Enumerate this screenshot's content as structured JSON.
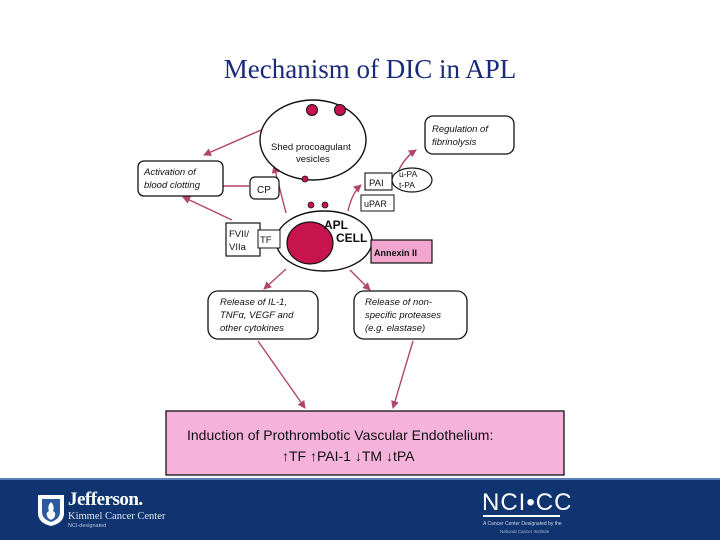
{
  "slide": {
    "title": "Mechanism of DIC in APL"
  },
  "diagram": {
    "shed_vesicles_line1": "Shed procoagulant",
    "shed_vesicles_line2": "vesicles",
    "regulation_line1": "Regulation of",
    "regulation_line2": "fibrinolysis",
    "activation_line1": "Activation of",
    "activation_line2": "blood clotting",
    "cp": "CP",
    "pai": "PAI",
    "upa": "u-PA",
    "tpa": "t-PA",
    "upar": "uPAR",
    "apl_cell_line1": "APL",
    "apl_cell_line2": "CELL",
    "fvii_line1": "FVII/",
    "fvii_line2": "VIIa",
    "tf": "TF",
    "annexin": "Annexin II",
    "release_il1_line1": "Release of IL-1,",
    "release_il1_line2": "TNFα, VEGF and",
    "release_il1_line3": "other cytokines",
    "release_protease_line1": "Release of non-",
    "release_protease_line2": "specific proteases",
    "release_protease_line3": "(e.g. elastase)",
    "induction_line1": "Induction of Prothrombotic Vascular Endothelium:",
    "induction_line2": "↑TF ↑PAI-1 ↓TM ↓tPA"
  },
  "footer": {
    "jefferson_name": "Jefferson.",
    "jefferson_sub": "Kimmel Cancer Center",
    "jefferson_sub2": "NCI-designated",
    "nci_logo": "NCI•CC",
    "nci_sub1": "A Cancer Center Designated by the",
    "nci_sub2": "National Cancer Institute"
  },
  "colors": {
    "title": "#1a2a7a",
    "arrow": "#b0456e",
    "cell_fill": "#c8144e",
    "annexin_fill": "#f2a6cf",
    "induction_fill": "#f5b3dc",
    "footer_bg": "#0f3470"
  }
}
